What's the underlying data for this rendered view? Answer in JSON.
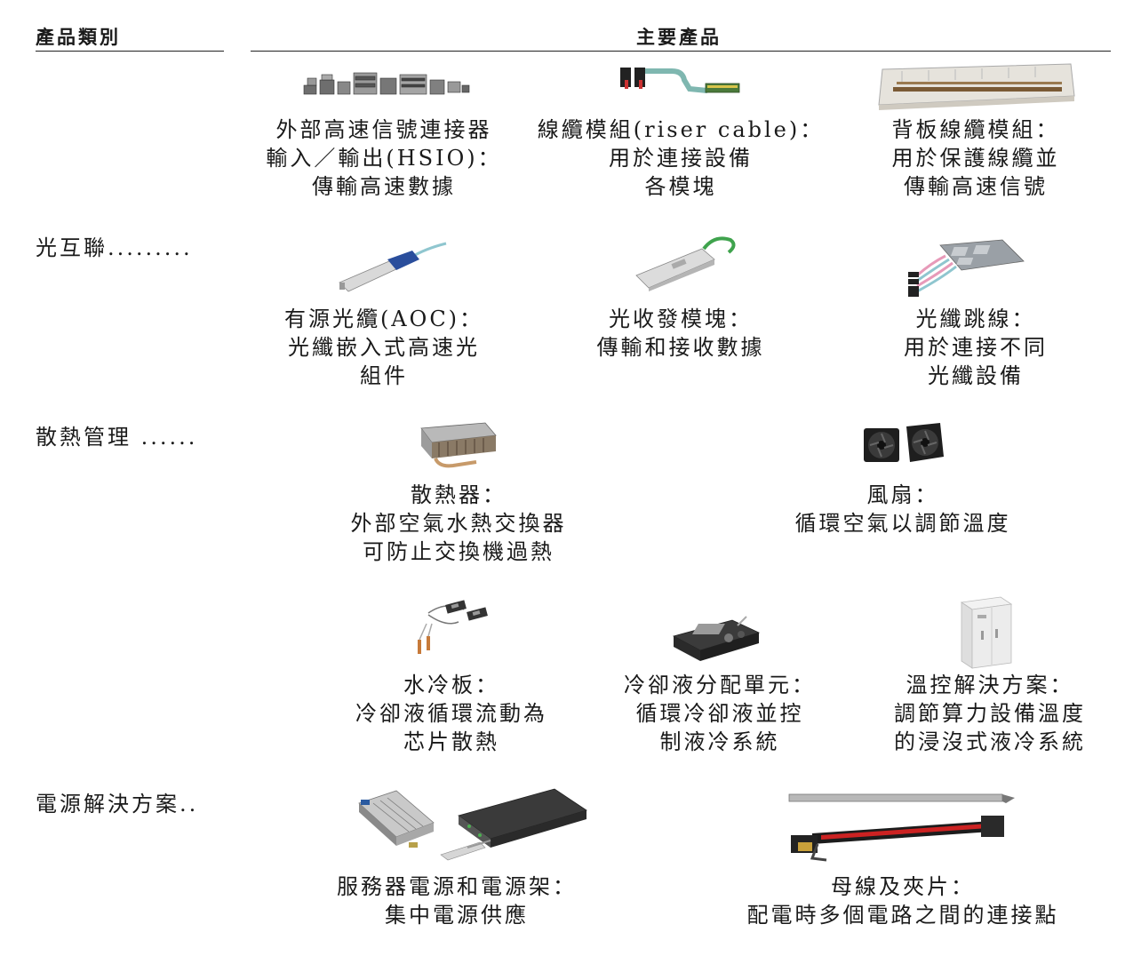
{
  "header": {
    "category_col": "產品類別",
    "products_col": "主要產品"
  },
  "rows": {
    "r0": {
      "p1": {
        "lines": [
          "外部高速信號連接器",
          "輸入／輸出(HSIO)：",
          "傳輸高速數據"
        ],
        "icon": "connectors-icon"
      },
      "p2": {
        "lines": [
          "線纜模組(riser cable)：",
          "用於連接設備",
          "各模塊"
        ],
        "icon": "riser-cable-icon"
      },
      "p3": {
        "lines": [
          "背板線纜模組：",
          "用於保護線纜並",
          "傳輸高速信號"
        ],
        "icon": "backplane-module-icon"
      }
    },
    "r1": {
      "category": "光互聯.........",
      "p1": {
        "lines": [
          "有源光纜(AOC)：",
          "光纖嵌入式高速光",
          "組件"
        ],
        "icon": "aoc-cable-icon"
      },
      "p2": {
        "lines": [
          "光收發模塊：",
          "傳輸和接收數據"
        ],
        "icon": "transceiver-icon"
      },
      "p3": {
        "lines": [
          "光纖跳線：",
          "用於連接不同",
          "光纖設備"
        ],
        "icon": "fiber-jumper-icon"
      }
    },
    "r2": {
      "category": "散熱管理 ......",
      "p1": {
        "lines": [
          "散熱器：",
          "外部空氣水熱交換器",
          "可防止交換機過熱"
        ],
        "icon": "heatsink-icon"
      },
      "p2": {
        "lines": [
          "風扇：",
          "循環空氣以調節溫度"
        ],
        "icon": "fan-icon"
      }
    },
    "r3": {
      "p1": {
        "lines": [
          "水冷板：",
          "冷卻液循環流動為",
          "芯片散熱"
        ],
        "icon": "cold-plate-icon"
      },
      "p2": {
        "lines": [
          "冷卻液分配單元：",
          "循環冷卻液並控",
          "制液冷系統"
        ],
        "icon": "cdu-icon"
      },
      "p3": {
        "lines": [
          "溫控解決方案：",
          "調節算力設備溫度",
          "的浸沒式液冷系統"
        ],
        "icon": "immersion-cabinet-icon"
      }
    },
    "r4": {
      "category": "電源解決方案..",
      "p1": {
        "lines": [
          "服務器電源和電源架：",
          "集中電源供應"
        ],
        "icon": "power-supply-icon"
      },
      "p2": {
        "lines": [
          "母線及夾片：",
          "配電時多個電路之間的連接點"
        ],
        "icon": "busbar-icon"
      }
    }
  }
}
